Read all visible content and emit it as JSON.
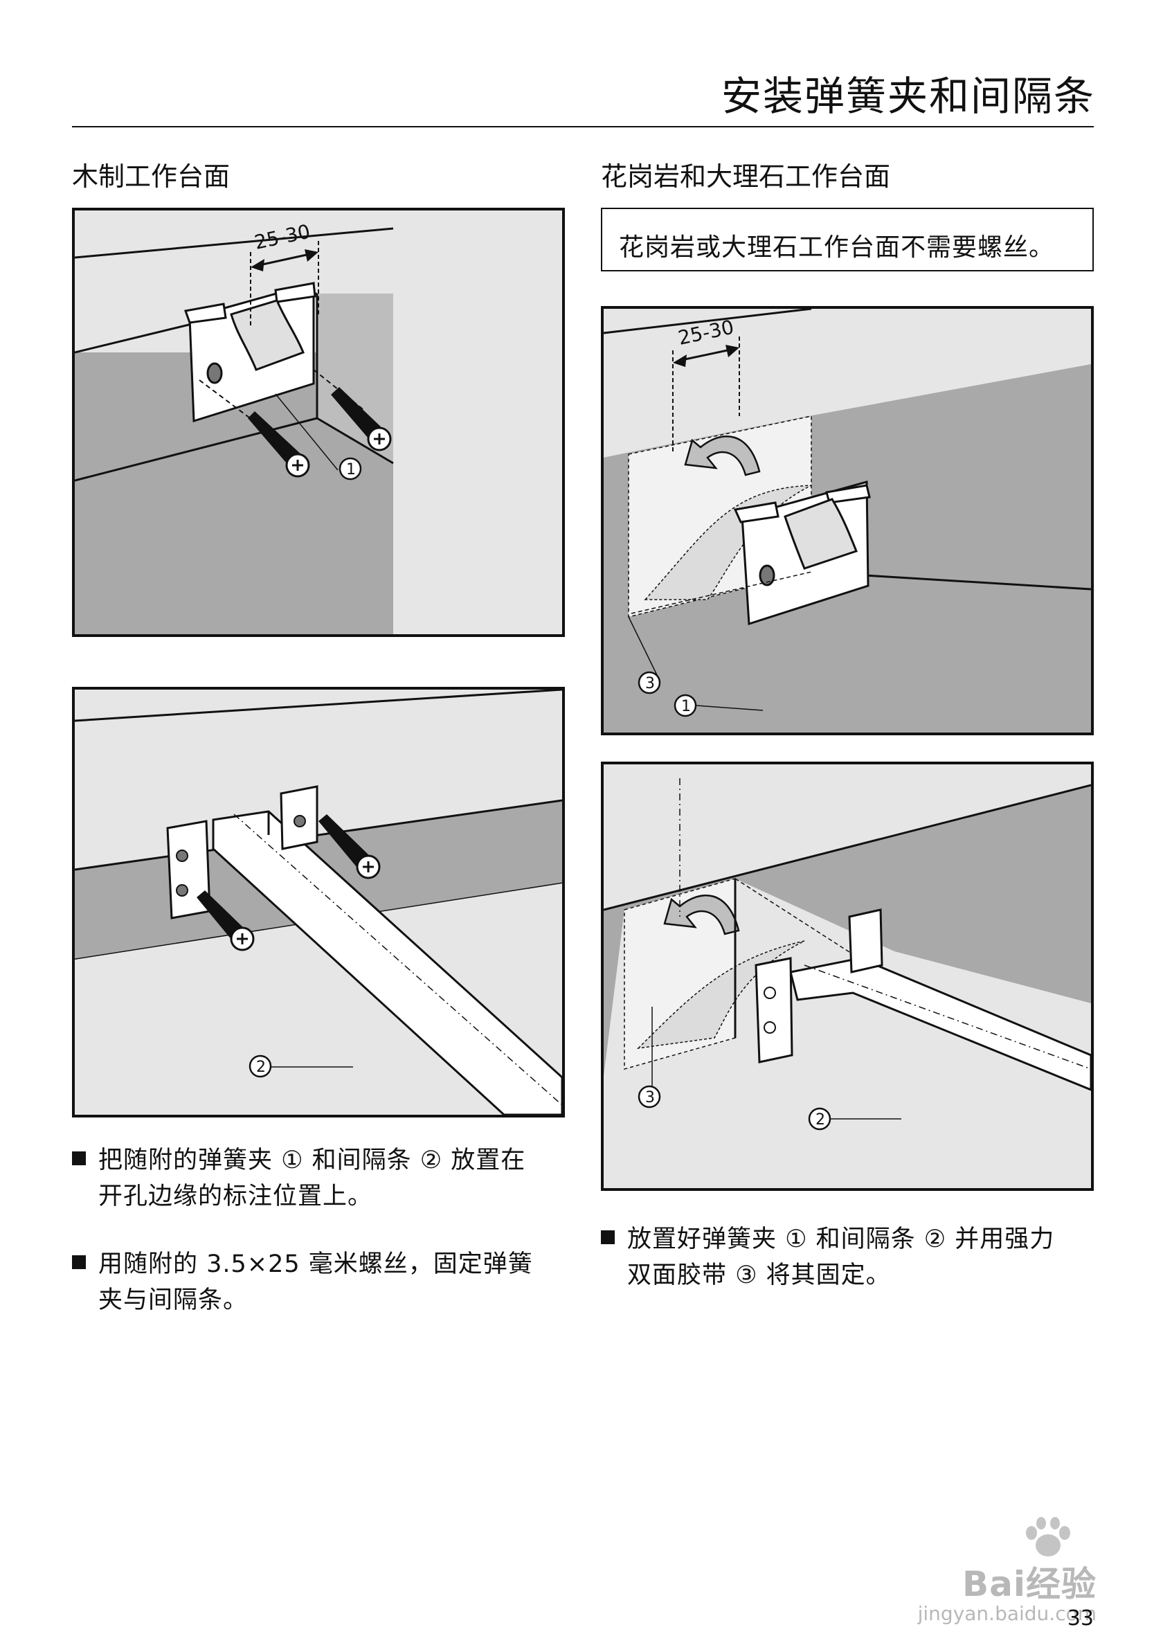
{
  "header": {
    "title": "安装弹簧夹和间隔条"
  },
  "sections": {
    "wood": {
      "heading": "木制工作台面"
    },
    "stone": {
      "heading": "花岗岩和大理石工作台面",
      "note": "花岗岩或大理石工作台面不需要螺丝。"
    }
  },
  "figures": {
    "dimension_label": "25-30",
    "callouts": {
      "clip": "1",
      "spacer": "2",
      "tape": "3"
    }
  },
  "steps": [
    {
      "line1": "把随附的弹簧夹 ① 和间隔条 ② 放置在",
      "line2": "开孔边缘的标注位置上。"
    },
    {
      "line1": "用随附的 3.5×25 毫米螺丝，固定弹簧",
      "line2": "夹与间隔条。"
    },
    {
      "line1": "放置好弹簧夹 ① 和间隔条 ② 并用强力",
      "line2": "双面胶带 ③ 将其固定。"
    }
  ],
  "watermark": {
    "brand": "Bai经验",
    "url": "jingyan.baidu.com"
  },
  "footer": {
    "page_number": "33"
  },
  "colors": {
    "countertop_top": "#e6e6e6",
    "countertop_edge": "#a9a9a9",
    "ink": "#111111",
    "part_fill": "#ffffff"
  }
}
